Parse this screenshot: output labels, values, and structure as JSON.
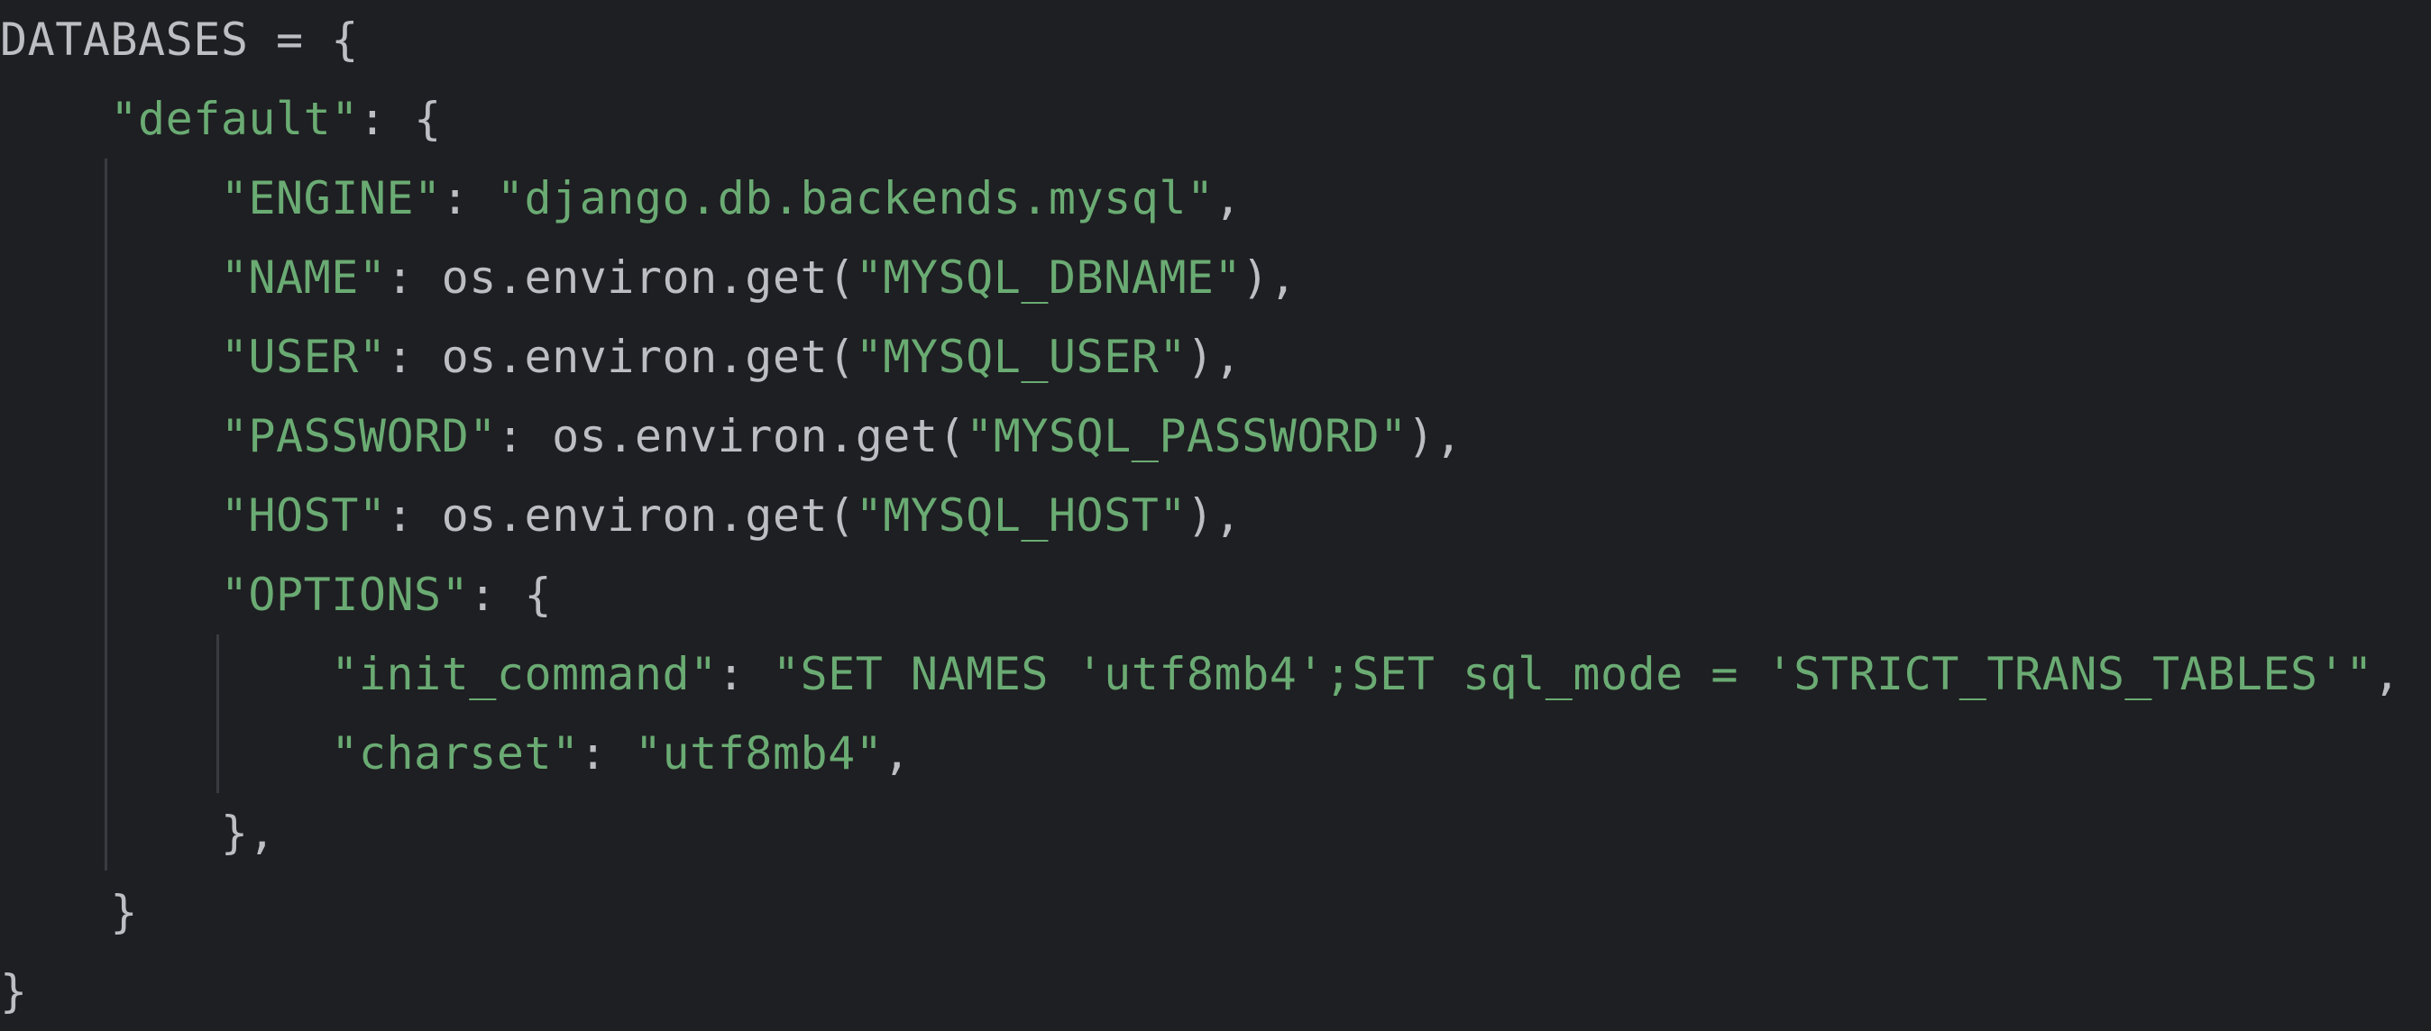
{
  "editor": {
    "colors": {
      "background": "#1e1f22",
      "text": "#bcbec4",
      "string": "#6aab73",
      "indent_guide": "#393b40"
    },
    "lines": [
      [
        {
          "t": "DATABASES = {",
          "k": "ident"
        }
      ],
      [
        {
          "t": "    ",
          "k": "ident"
        },
        {
          "t": "\"default\"",
          "k": "str"
        },
        {
          "t": ": {",
          "k": "punc"
        }
      ],
      [
        {
          "t": "        ",
          "k": "ident"
        },
        {
          "t": "\"ENGINE\"",
          "k": "str"
        },
        {
          "t": ": ",
          "k": "punc"
        },
        {
          "t": "\"django.db.backends.mysql\"",
          "k": "str"
        },
        {
          "t": ",",
          "k": "punc"
        }
      ],
      [
        {
          "t": "        ",
          "k": "ident"
        },
        {
          "t": "\"NAME\"",
          "k": "str"
        },
        {
          "t": ": os.environ.get(",
          "k": "ident"
        },
        {
          "t": "\"MYSQL_DBNAME\"",
          "k": "str"
        },
        {
          "t": "),",
          "k": "punc"
        }
      ],
      [
        {
          "t": "        ",
          "k": "ident"
        },
        {
          "t": "\"USER\"",
          "k": "str"
        },
        {
          "t": ": os.environ.get(",
          "k": "ident"
        },
        {
          "t": "\"MYSQL_USER\"",
          "k": "str"
        },
        {
          "t": "),",
          "k": "punc"
        }
      ],
      [
        {
          "t": "        ",
          "k": "ident"
        },
        {
          "t": "\"PASSWORD\"",
          "k": "str"
        },
        {
          "t": ": os.environ.get(",
          "k": "ident"
        },
        {
          "t": "\"MYSQL_PASSWORD\"",
          "k": "str"
        },
        {
          "t": "),",
          "k": "punc"
        }
      ],
      [
        {
          "t": "        ",
          "k": "ident"
        },
        {
          "t": "\"HOST\"",
          "k": "str"
        },
        {
          "t": ": os.environ.get(",
          "k": "ident"
        },
        {
          "t": "\"MYSQL_HOST\"",
          "k": "str"
        },
        {
          "t": "),",
          "k": "punc"
        }
      ],
      [
        {
          "t": "        ",
          "k": "ident"
        },
        {
          "t": "\"OPTIONS\"",
          "k": "str"
        },
        {
          "t": ": {",
          "k": "punc"
        }
      ],
      [
        {
          "t": "            ",
          "k": "ident"
        },
        {
          "t": "\"init_command\"",
          "k": "str"
        },
        {
          "t": ": ",
          "k": "punc"
        },
        {
          "t": "\"SET NAMES 'utf8mb4';SET sql_mode = 'STRICT_TRANS_TABLES'\"",
          "k": "str"
        },
        {
          "t": ",",
          "k": "punc"
        }
      ],
      [
        {
          "t": "            ",
          "k": "ident"
        },
        {
          "t": "\"charset\"",
          "k": "str"
        },
        {
          "t": ": ",
          "k": "punc"
        },
        {
          "t": "\"utf8mb4\"",
          "k": "str"
        },
        {
          "t": ",",
          "k": "punc"
        }
      ],
      [
        {
          "t": "        },",
          "k": "punc"
        }
      ],
      [
        {
          "t": "    }",
          "k": "punc"
        }
      ],
      [
        {
          "t": "}",
          "k": "punc"
        }
      ]
    ]
  }
}
